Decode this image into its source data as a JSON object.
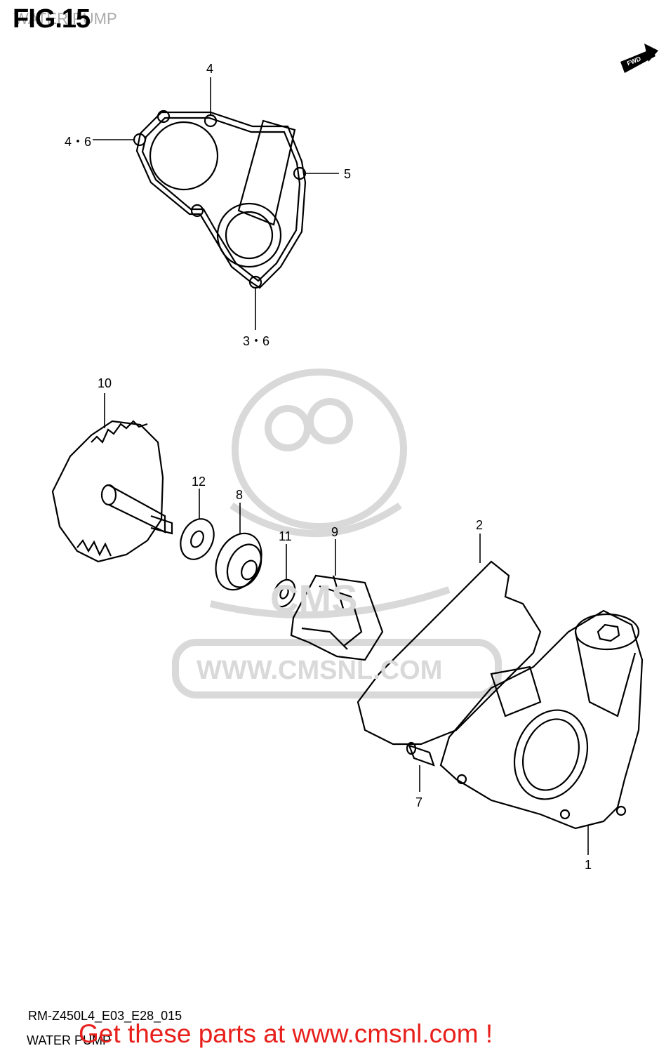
{
  "figure": {
    "number_label": "FIG.15",
    "title_top": "WATER PUMP",
    "model_code": "RM-Z450L4_E03_E28_015",
    "title_bottom": "WATER PUMP"
  },
  "direction_badge": "FWD",
  "watermark": {
    "brand": "CMS",
    "url": "WWW.CMSNL.COM"
  },
  "callouts": {
    "c4": "4",
    "c46": "4・6",
    "c5": "5",
    "c36": "3・6",
    "c10": "10",
    "c12": "12",
    "c8": "8",
    "c11": "11",
    "c9": "9",
    "c2": "2",
    "c7": "7",
    "c1": "1"
  },
  "cta_text": "Get these parts at www.cmsnl.com !",
  "colors": {
    "line": "#000000",
    "watermark": "#d8d8d8",
    "cta": "#e8201c"
  }
}
